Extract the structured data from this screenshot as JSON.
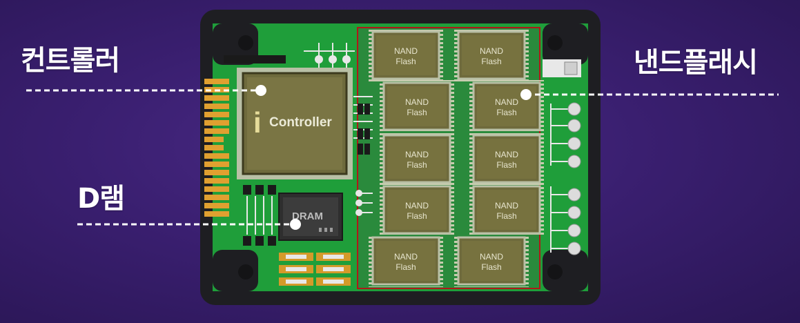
{
  "labels": {
    "controller": "컨트롤러",
    "nand_flash": "낸드플래시",
    "dram": "D램"
  },
  "chips": {
    "controller": "Controller",
    "controller_logo": "i",
    "dram": "DRAM",
    "nand_line1": "NAND",
    "nand_line2": "Flash"
  },
  "colors": {
    "background": "#3a1f70",
    "pcb": "#1f9e3a",
    "case": "#1e1e22",
    "chip": "#6e6a3c",
    "leader_line": "#ffffff"
  }
}
